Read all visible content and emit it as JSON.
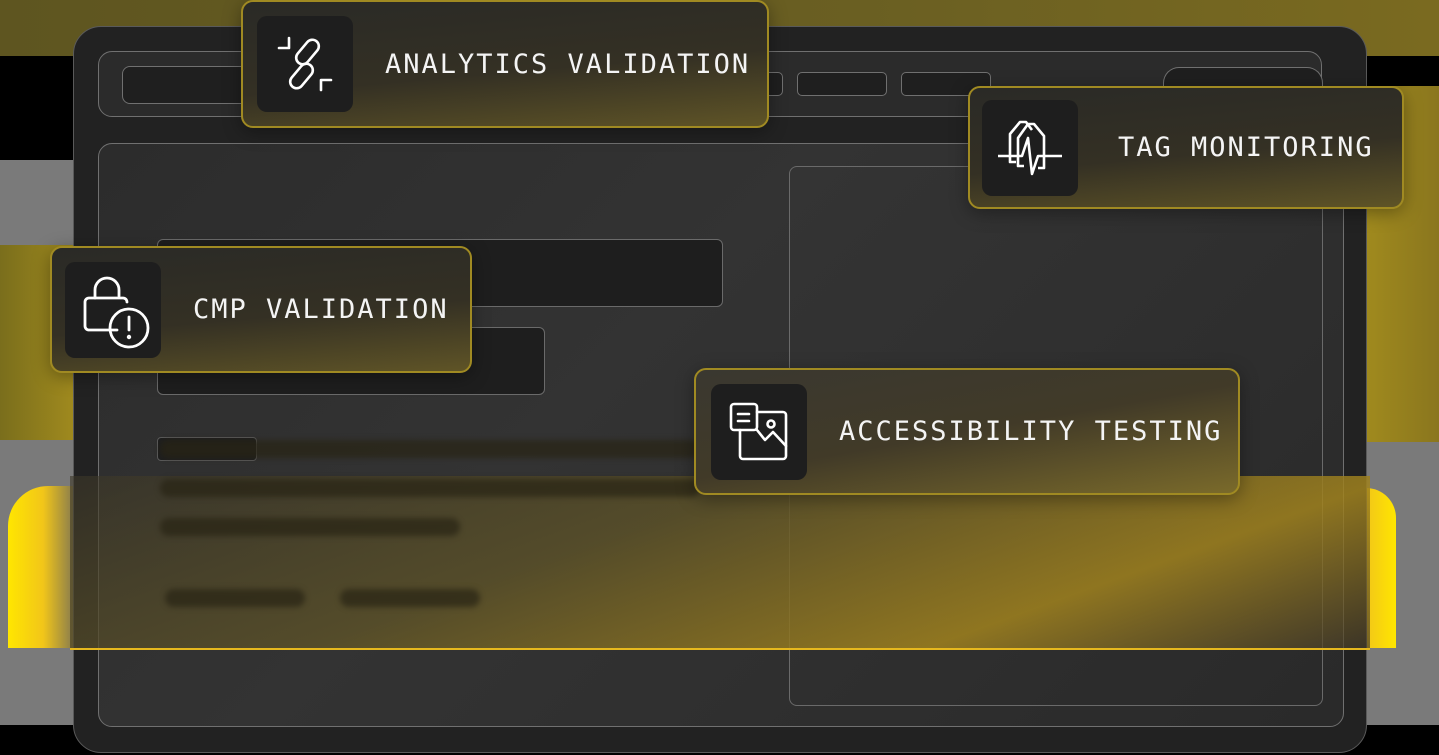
{
  "features": [
    {
      "id": "analytics",
      "label": "ANALYTICS VALIDATION",
      "icon": "broken-link-icon"
    },
    {
      "id": "tag",
      "label": "TAG MONITORING",
      "icon": "tag-pulse-icon"
    },
    {
      "id": "cmp",
      "label": "CMP VALIDATION",
      "icon": "lock-alert-icon"
    },
    {
      "id": "accessibility",
      "label": "ACCESSIBILITY TESTING",
      "icon": "text-image-icon"
    }
  ],
  "colors": {
    "accent": "#a08a22",
    "accent_bright": "#e6b81e",
    "frame": "#222222",
    "icon_bg": "#1e1e1e",
    "text": "#f4f4f4"
  }
}
